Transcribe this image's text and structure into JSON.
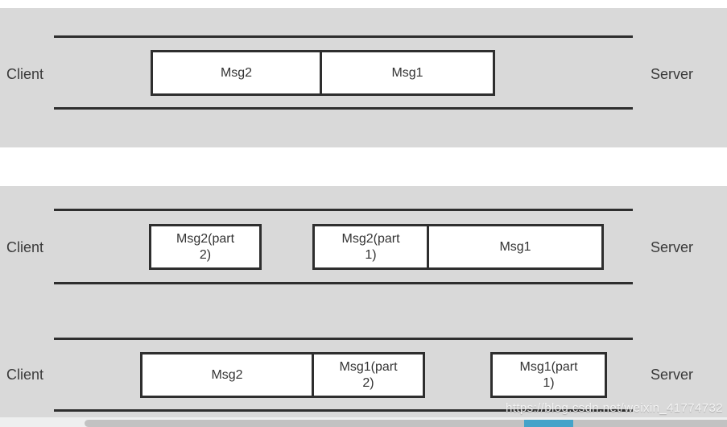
{
  "colors": {
    "band": "#d9d9d9",
    "line": "#2e2e2e",
    "box_border": "#2e2e2e",
    "box_fill": "#ffffff",
    "label_text": "#3a3a3a",
    "scroll_thumb": "#44a3c9",
    "scroll_track": "#c2c2c2"
  },
  "lanes": [
    {
      "client": "Client",
      "server": "Server",
      "boxes": [
        {
          "label": "Msg2"
        },
        {
          "label": "Msg1"
        }
      ]
    },
    {
      "client": "Client",
      "server": "Server",
      "boxes": [
        {
          "label": "Msg2(part\n2)"
        },
        {
          "label": "Msg2(part\n1)"
        },
        {
          "label": "Msg1"
        }
      ]
    },
    {
      "client": "Client",
      "server": "Server",
      "boxes": [
        {
          "label": "Msg2"
        },
        {
          "label": "Msg1(part\n2)"
        },
        {
          "label": "Msg1(part\n1)"
        }
      ]
    }
  ],
  "watermark": "https://blog.csdn.net/weixin_41774732"
}
